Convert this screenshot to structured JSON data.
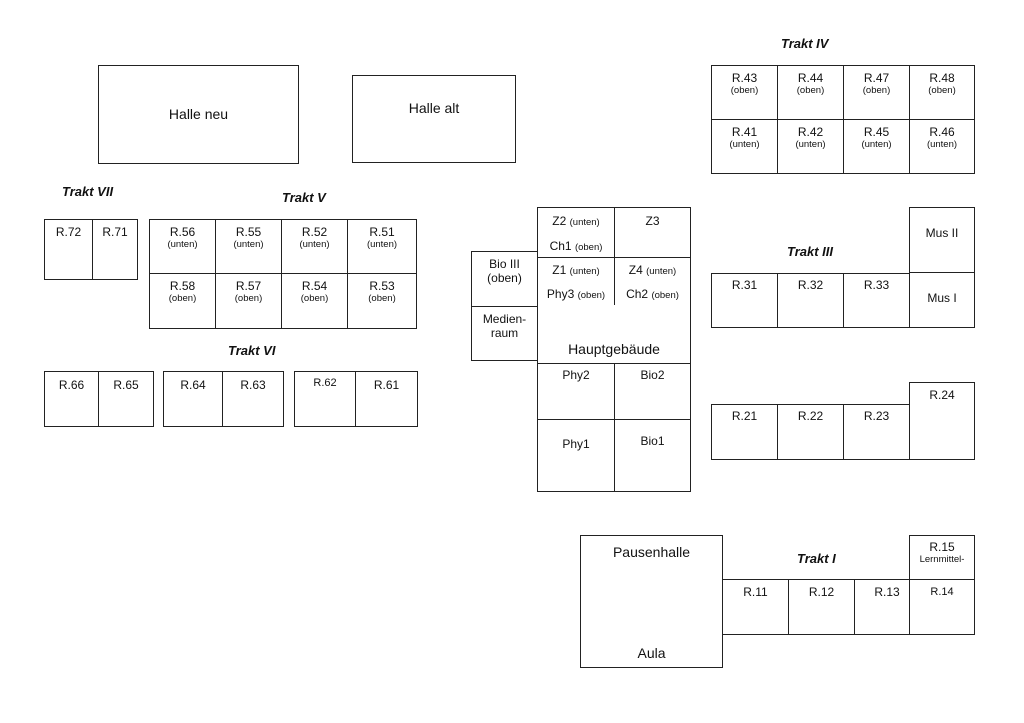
{
  "halls": {
    "halle_neu": "Halle neu",
    "halle_alt": "Halle alt"
  },
  "wings": {
    "t1": "Trakt I",
    "t3": "Trakt III",
    "t4": "Trakt IV",
    "t5": "Trakt V",
    "t6": "Trakt VI",
    "t7": "Trakt VII"
  },
  "trakt4": {
    "r43": {
      "n": "R.43",
      "s": "(oben)"
    },
    "r44": {
      "n": "R.44",
      "s": "(oben)"
    },
    "r47": {
      "n": "R.47",
      "s": "(oben)"
    },
    "r48": {
      "n": "R.48",
      "s": "(oben)"
    },
    "r41": {
      "n": "R.41",
      "s": "(unten)"
    },
    "r42": {
      "n": "R.42",
      "s": "(unten)"
    },
    "r45": {
      "n": "R.45",
      "s": "(unten)"
    },
    "r46": {
      "n": "R.46",
      "s": "(unten)"
    }
  },
  "trakt7": {
    "r72": "R.72",
    "r71": "R.71"
  },
  "trakt5": {
    "r56": {
      "n": "R.56",
      "s": "(unten)"
    },
    "r55": {
      "n": "R.55",
      "s": "(unten)"
    },
    "r52": {
      "n": "R.52",
      "s": "(unten)"
    },
    "r51": {
      "n": "R.51",
      "s": "(unten)"
    },
    "r58": {
      "n": "R.58",
      "s": "(oben)"
    },
    "r57": {
      "n": "R.57",
      "s": "(oben)"
    },
    "r54": {
      "n": "R.54",
      "s": "(oben)"
    },
    "r53": {
      "n": "R.53",
      "s": "(oben)"
    }
  },
  "trakt6": {
    "r66": "R.66",
    "r65": "R.65",
    "r64": "R.64",
    "r63": "R.63",
    "r62": "R.62",
    "r61": "R.61"
  },
  "main": {
    "z2": {
      "n": "Z2",
      "s": "(unten)"
    },
    "ch1": {
      "n": "Ch1",
      "s": "(oben)"
    },
    "z3": "Z3",
    "z1": {
      "n": "Z1",
      "s": "(unten)"
    },
    "phy3": {
      "n": "Phy3",
      "s": "(oben)"
    },
    "z4": {
      "n": "Z4",
      "s": "(unten)"
    },
    "ch2": {
      "n": "Ch2",
      "s": "(oben)"
    },
    "bio3": {
      "n": "Bio III",
      "s": "(oben)"
    },
    "medien": {
      "a": "Medien-",
      "b": "raum"
    },
    "hauptgebaeude": "Hauptgebäude",
    "phy2": "Phy2",
    "bio2": "Bio2",
    "phy1": "Phy1",
    "bio1": "Bio1"
  },
  "trakt3": {
    "mus2": "Mus II",
    "mus1": "Mus I",
    "r31": "R.31",
    "r32": "R.32",
    "r33": "R.33"
  },
  "trakt2": {
    "r24": "R.24",
    "r21": "R.21",
    "r22": "R.22",
    "r23": "R.23"
  },
  "trakt1": {
    "pausenhalle": "Pausenhalle",
    "aula": "Aula",
    "r15": {
      "n": "R.15",
      "s": "Lernmittel-"
    },
    "r11": "R.11",
    "r12": "R.12",
    "r13": "R.13",
    "r14": "R.14"
  }
}
